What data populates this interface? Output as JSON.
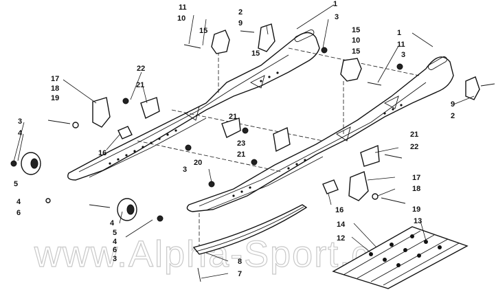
{
  "diagram": {
    "watermark": "www.Alpha-Sport.com",
    "callouts": [
      "1",
      "10",
      "11",
      "2",
      "3",
      "9",
      "15",
      "15",
      "15",
      "10",
      "11",
      "15",
      "3",
      "1",
      "9",
      "2",
      "22",
      "21",
      "17",
      "18",
      "19",
      "3",
      "4",
      "16",
      "21",
      "23",
      "21",
      "20",
      "21",
      "22",
      "5",
      "4",
      "6",
      "3",
      "17",
      "18",
      "16",
      "19",
      "4",
      "5",
      "4",
      "6",
      "3",
      "14",
      "13",
      "12",
      "8",
      "7"
    ]
  }
}
